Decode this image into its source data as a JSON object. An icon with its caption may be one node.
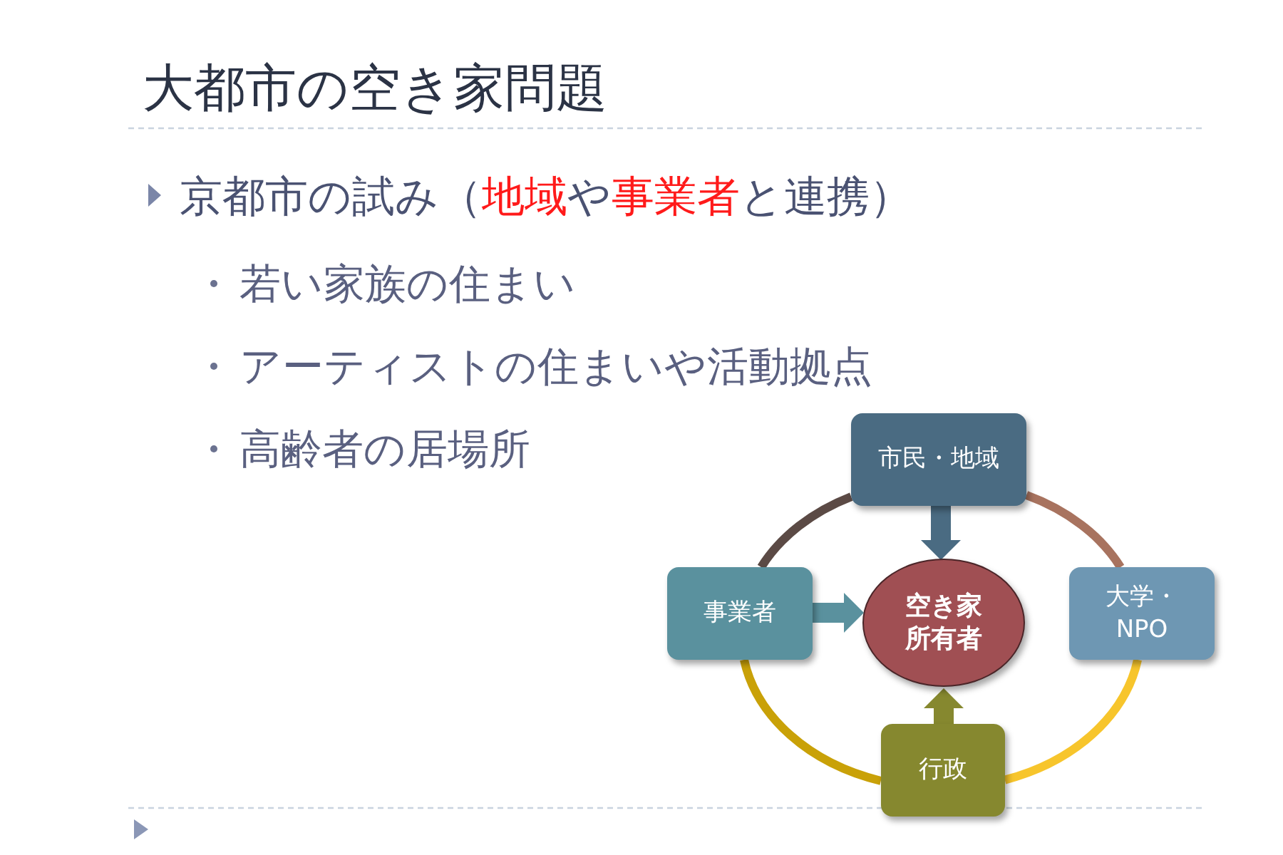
{
  "diagram": {
    "title": "大都市の空き家問題",
    "nodes": [
      {
        "text": [
          "市民・地域"
        ]
      },
      {
        "text": [
          "事業者"
        ]
      },
      {
        "text": [
          "空き家所有者"
        ]
      },
      {
        "text": [
          "大学・NPO"
        ]
      },
      {
        "text": [
          "行政"
        ]
      }
    ],
    "edges": [
      {
        "from": 0,
        "to": 2,
        "arrow": "to",
        "style": "thick",
        "color": "#4a6b82"
      },
      {
        "from": 1,
        "to": 2,
        "arrow": "to",
        "style": "thick",
        "color": "#5a919e"
      },
      {
        "from": 4,
        "to": 2,
        "arrow": "to",
        "style": "thick",
        "color": "#86882f"
      },
      {
        "from": 0,
        "to": 3,
        "arrow": "none",
        "color": "#a8735f"
      },
      {
        "from": 3,
        "to": 4,
        "arrow": "none",
        "color": "#f7c52c"
      },
      {
        "from": 4,
        "to": 1,
        "arrow": "none",
        "color": "#c9a108"
      },
      {
        "from": 1,
        "to": 0,
        "arrow": "none",
        "color": "#5b4a45"
      }
    ],
    "labels": [
      "京都市の試み（",
      "地域",
      "や",
      "事業者",
      "と連携）",
      "若い家族の住まい",
      "アーティストの住まいや活動拠点",
      "高齢者の居場所"
    ]
  }
}
